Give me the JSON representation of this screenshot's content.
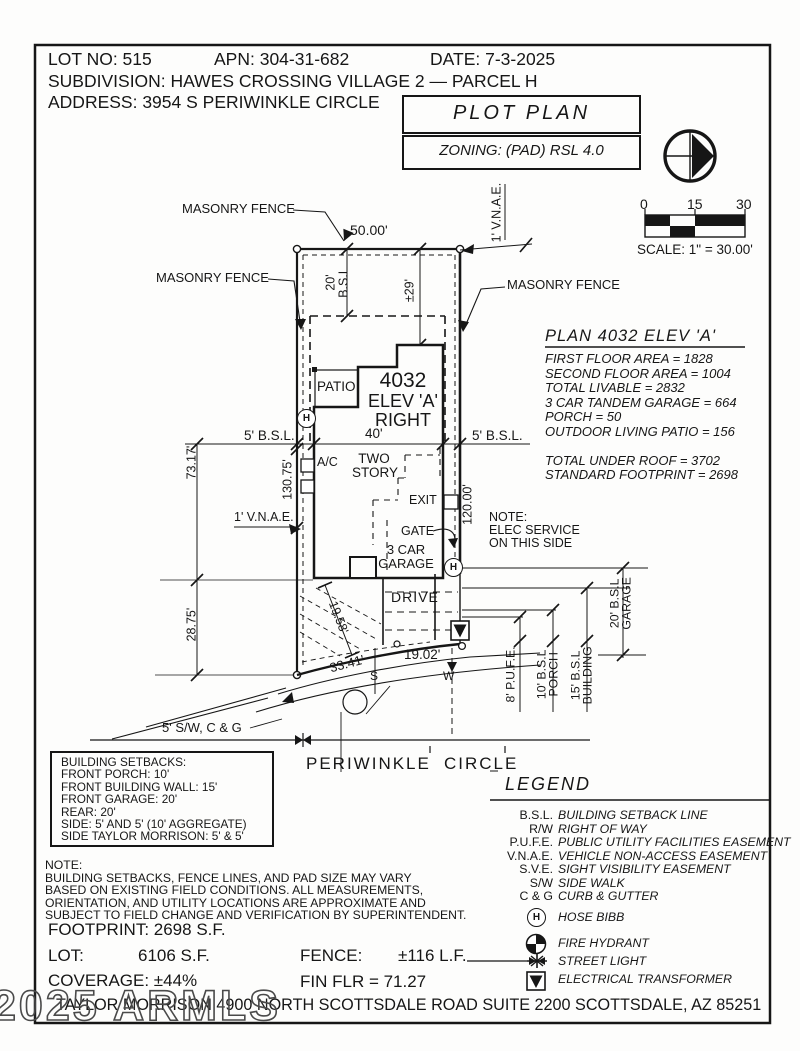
{
  "header": {
    "lot_no": "LOT NO: 515",
    "apn": "APN: 304-31-682",
    "date": "DATE: 7-3-2025",
    "subdivision": "SUBDIVISION: HAWES CROSSING VILLAGE 2 — PARCEL H",
    "address": "ADDRESS: 3954 S PERIWINKLE CIRCLE"
  },
  "title_block": {
    "title": "PLOT PLAN",
    "zoning": "ZONING: (PAD) RSL 4.0"
  },
  "scale_bar": {
    "tick_0": "0",
    "tick_15": "15",
    "tick_30": "30",
    "label": "SCALE: 1\" = 30.00'"
  },
  "plan_labels": {
    "masonry_fence": "MASONRY FENCE",
    "dim_top": "50.00'",
    "bsl_20_a": "20'",
    "bsl_20_b": "B.S.L",
    "plus_minus_29": "±29'",
    "vnae": "1' V.N.A.E.",
    "patio": "PATIO",
    "model_line1": "4032",
    "model_line2": "ELEV 'A'",
    "model_line3": "RIGHT",
    "bsl_5": "5' B.S.L.",
    "dim_40": "40'",
    "dim_130_75": "130.75'",
    "dim_73_17": "73.17'",
    "ac": "A/C",
    "two_story_1": "TWO",
    "two_story_2": "STORY",
    "exit": "EXIT",
    "dim_120": "120.00'",
    "note_elec_1": "NOTE:",
    "note_elec_2": "ELEC SERVICE",
    "note_elec_3": "ON THIS SIDE",
    "gate": "GATE",
    "garage_1": "3 CAR",
    "garage_2": "GARAGE",
    "dim_28_75": "28.75'",
    "drive": "DRIVE",
    "dim_19_58": "19.58'",
    "dim_33_41": "33.41'",
    "dim_19_02": "19.02'",
    "pufe_8": "8' P.U.F.E.",
    "bsl_10_a": "10' B.S.L",
    "bsl_10_b": "PORCH",
    "bsl_15_a": "15' B.S.L",
    "bsl_15_b": "BUILDING",
    "bsl_20g_a": "20' B.S.L",
    "bsl_20g_b": "GARAGE",
    "sw_label": "5' S/W, C & G",
    "street_1": "PERIWINKLE",
    "street_2": "CIRCLE",
    "s_marker": "S",
    "w_marker": "W",
    "hose_letter": "H"
  },
  "plan_info": {
    "heading": "PLAN 4032 ELEV 'A'",
    "lines": [
      "FIRST FLOOR AREA = 1828",
      "SECOND FLOOR AREA = 1004",
      "TOTAL LIVABLE = 2832",
      "3 CAR TANDEM GARAGE = 664",
      "PORCH = 50",
      "OUTDOOR LIVING PATIO = 156",
      "TOTAL UNDER ROOF = 3702",
      "STANDARD FOOTPRINT = 2698"
    ]
  },
  "setbacks": {
    "lines": [
      "BUILDING SETBACKS:",
      "FRONT PORCH: 10'",
      "FRONT BUILDING WALL: 15'",
      "FRONT GARAGE: 20'",
      "REAR: 20'",
      "SIDE: 5' AND 5' (10' AGGREGATE)",
      "SIDE TAYLOR MORRISON: 5' & 5'"
    ]
  },
  "note": {
    "lines": [
      "NOTE:",
      "BUILDING SETBACKS, FENCE LINES, AND PAD SIZE MAY VARY",
      "BASED ON EXISTING FIELD CONDITIONS.  ALL MEASUREMENTS,",
      "ORIENTATION, AND UTILITY LOCATIONS ARE APPROXIMATE AND",
      "SUBJECT TO FIELD CHANGE AND VERIFICATION BY SUPERINTENDENT."
    ]
  },
  "legend": {
    "heading": "LEGEND",
    "items": [
      {
        "abbr": "B.S.L.",
        "desc": "BUILDING SETBACK LINE"
      },
      {
        "abbr": "R/W",
        "desc": "RIGHT OF WAY"
      },
      {
        "abbr": "P.U.F.E.",
        "desc": "PUBLIC UTILITY FACILITIES EASEMENT"
      },
      {
        "abbr": "V.N.A.E.",
        "desc": "VEHICLE NON-ACCESS EASEMENT"
      },
      {
        "abbr": "S.V.E.",
        "desc": "SIGHT VISIBILITY EASEMENT"
      },
      {
        "abbr": "S/W",
        "desc": "SIDE WALK"
      },
      {
        "abbr": "C & G",
        "desc": "CURB & GUTTER"
      }
    ],
    "symbol_items": [
      {
        "icon": "hose-bibb",
        "desc": "HOSE BIBB"
      },
      {
        "icon": "fire-hydrant",
        "desc": "FIRE HYDRANT"
      },
      {
        "icon": "street-light",
        "desc": "STREET LIGHT"
      },
      {
        "icon": "electrical-transformer",
        "desc": "ELECTRICAL TRANSFORMER"
      }
    ]
  },
  "stats": {
    "footprint": "FOOTPRINT: 2698 S.F.",
    "lot_label": "LOT:",
    "lot_value": "6106 S.F.",
    "fence_label": "FENCE:",
    "fence_value": "±116 L.F.",
    "coverage": "COVERAGE: ±44%",
    "fin_flr": "FIN FLR = 71.27"
  },
  "footer": {
    "company_address": "TAYLOR MORRISON 4900 NORTH SCOTTSDALE ROAD SUITE 2200 SCOTTSDALE, AZ  85251"
  },
  "watermark": "2025 ARMLS",
  "colors": {
    "ink": "#161616",
    "paper": "#fdfdfc",
    "watermark_stroke": "#4a4a4a"
  }
}
